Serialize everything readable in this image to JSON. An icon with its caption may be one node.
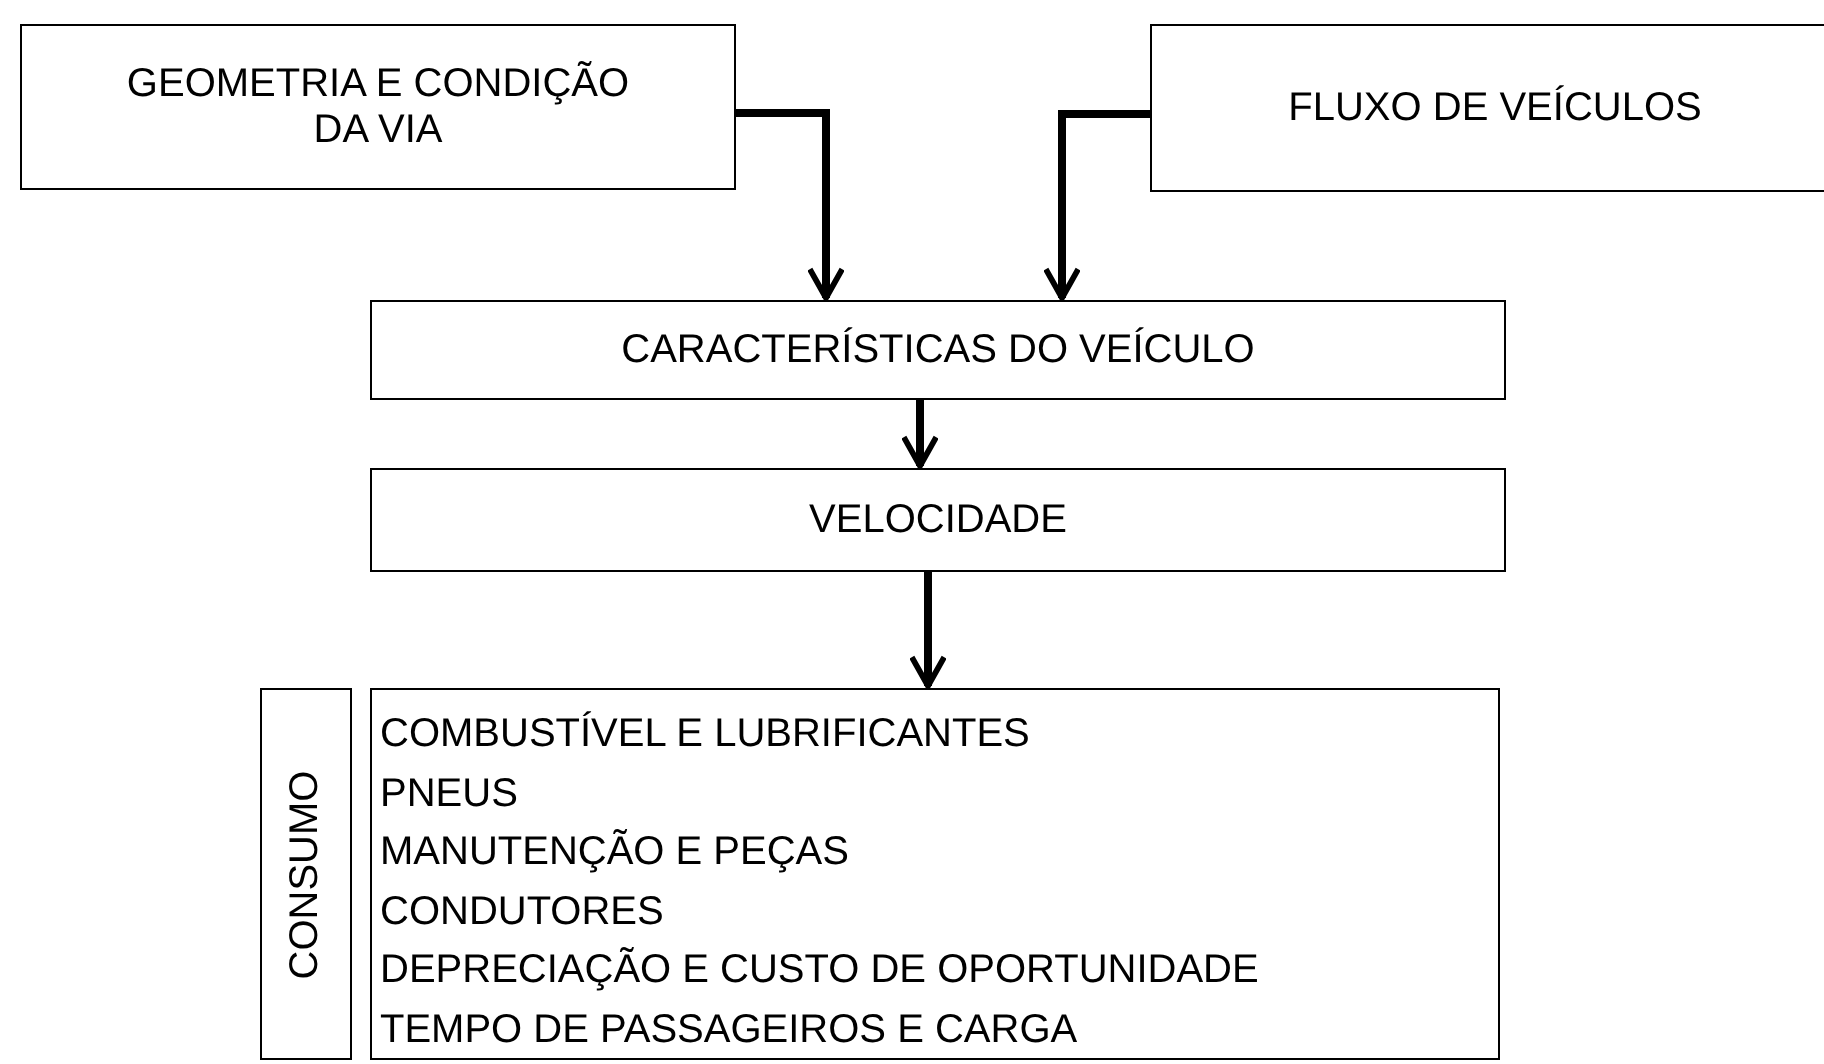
{
  "diagram": {
    "nodes": [
      {
        "text": [
          "GEOMETRIA E CONDIÇÃO DA VIA"
        ]
      },
      {
        "text": [
          "FLUXO DE VEÍCULOS"
        ]
      },
      {
        "text": [
          "CARACTERÍSTICAS DO VEÍCULO"
        ]
      },
      {
        "text": [
          "VELOCIDADE"
        ]
      },
      {
        "text": [
          "CONSUMO"
        ]
      },
      {
        "text": [
          "COMBUSTÍVEL E LUBRIFICANTES",
          "PNEUS",
          "MANUTENÇÃO E PEÇAS",
          "CONDUTORES",
          "DEPRECIAÇÃO E CUSTO DE OPORTUNIDADE",
          "TEMPO DE PASSAGEIROS E CARGA"
        ]
      }
    ],
    "edges": [
      {
        "from": 0,
        "to": 2,
        "arrow": "to"
      },
      {
        "from": 1,
        "to": 2,
        "arrow": "to"
      },
      {
        "from": 2,
        "to": 3,
        "arrow": "to"
      },
      {
        "from": 3,
        "to": 5,
        "arrow": "to"
      }
    ]
  }
}
